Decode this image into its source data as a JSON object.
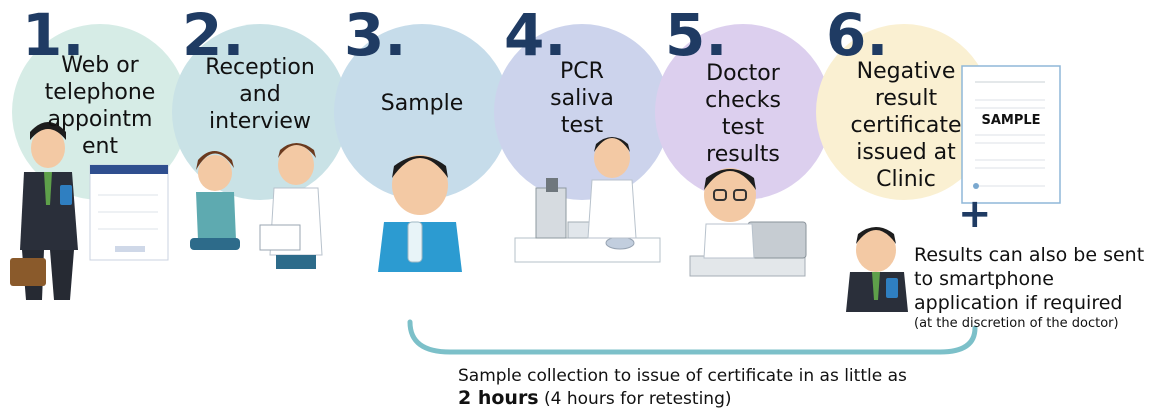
{
  "steps": [
    {
      "number": "1.",
      "lines": [
        "Web or",
        "telephone",
        "appointm",
        "ent"
      ],
      "color": "#d6ece6"
    },
    {
      "number": "2.",
      "lines": [
        "Reception",
        "and",
        "interview"
      ],
      "color": "#c9e2e6"
    },
    {
      "number": "3.",
      "lines": [
        "Sample"
      ],
      "color": "#c6dcea"
    },
    {
      "number": "4.",
      "lines": [
        "PCR",
        "saliva",
        "test"
      ],
      "color": "#ccd3ec"
    },
    {
      "number": "5.",
      "lines": [
        "Doctor",
        "checks",
        "test",
        "results"
      ],
      "color": "#dccfee"
    },
    {
      "number": "6.",
      "lines": [
        "Negative",
        "result",
        "certificate",
        "issued at",
        "Clinic"
      ],
      "color": "#faf0d2"
    }
  ],
  "certificate": {
    "heading": "SAMPLE"
  },
  "plus": "+",
  "smartphone_note": {
    "lines": [
      "Results can also be sent",
      "to smartphone",
      "application if required"
    ],
    "sub": "(at the discretion of the doctor)"
  },
  "timeline": {
    "text": "Sample collection to issue of certificate in as little as",
    "bold": "2 hours",
    "after": "(4 hours for retesting)",
    "color": "#7cc0c9"
  }
}
